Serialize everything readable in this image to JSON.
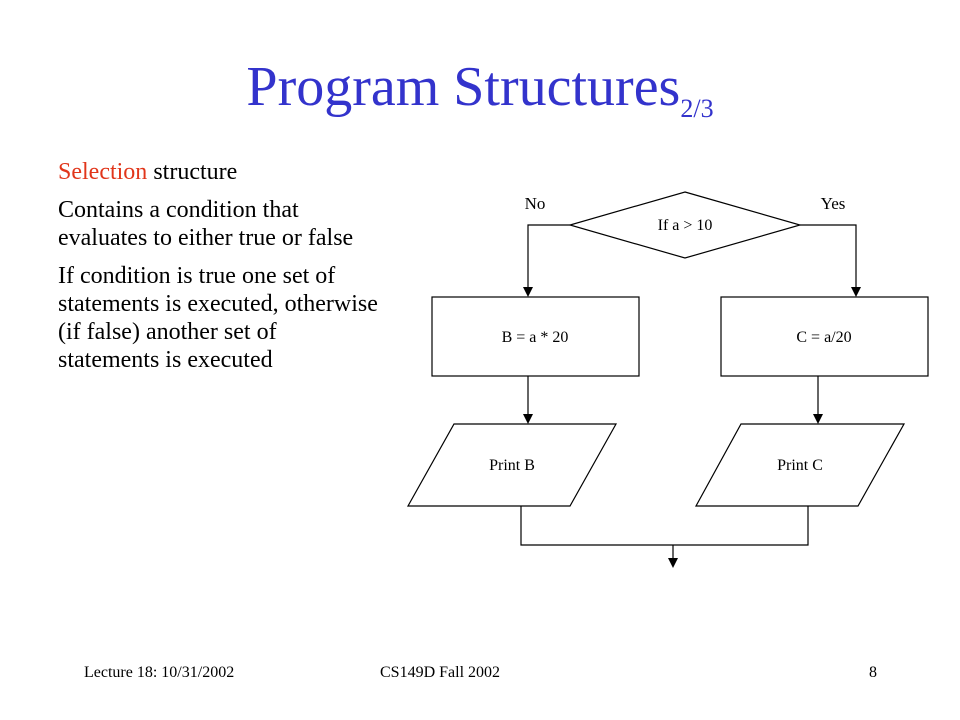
{
  "title": {
    "main": "Program Structures",
    "sub": "2/3"
  },
  "body": {
    "heading_accent": "Selection",
    "heading_rest": " structure",
    "para1": "Contains a condition that evaluates to either true or false",
    "para2": "If condition is true one set of statements is executed, otherwise (if false) another set of statements is executed"
  },
  "flowchart": {
    "decision": "If a > 10",
    "no_label": "No",
    "yes_label": "Yes",
    "process_left": "B = a * 20",
    "process_right": "C = a/20",
    "output_left": "Print B",
    "output_right": "Print C"
  },
  "footer": {
    "left": "Lecture 18: 10/31/2002",
    "center": "CS149D Fall 2002",
    "page": "8"
  },
  "colors": {
    "title": "#3333cc",
    "accent": "#e1361b"
  }
}
